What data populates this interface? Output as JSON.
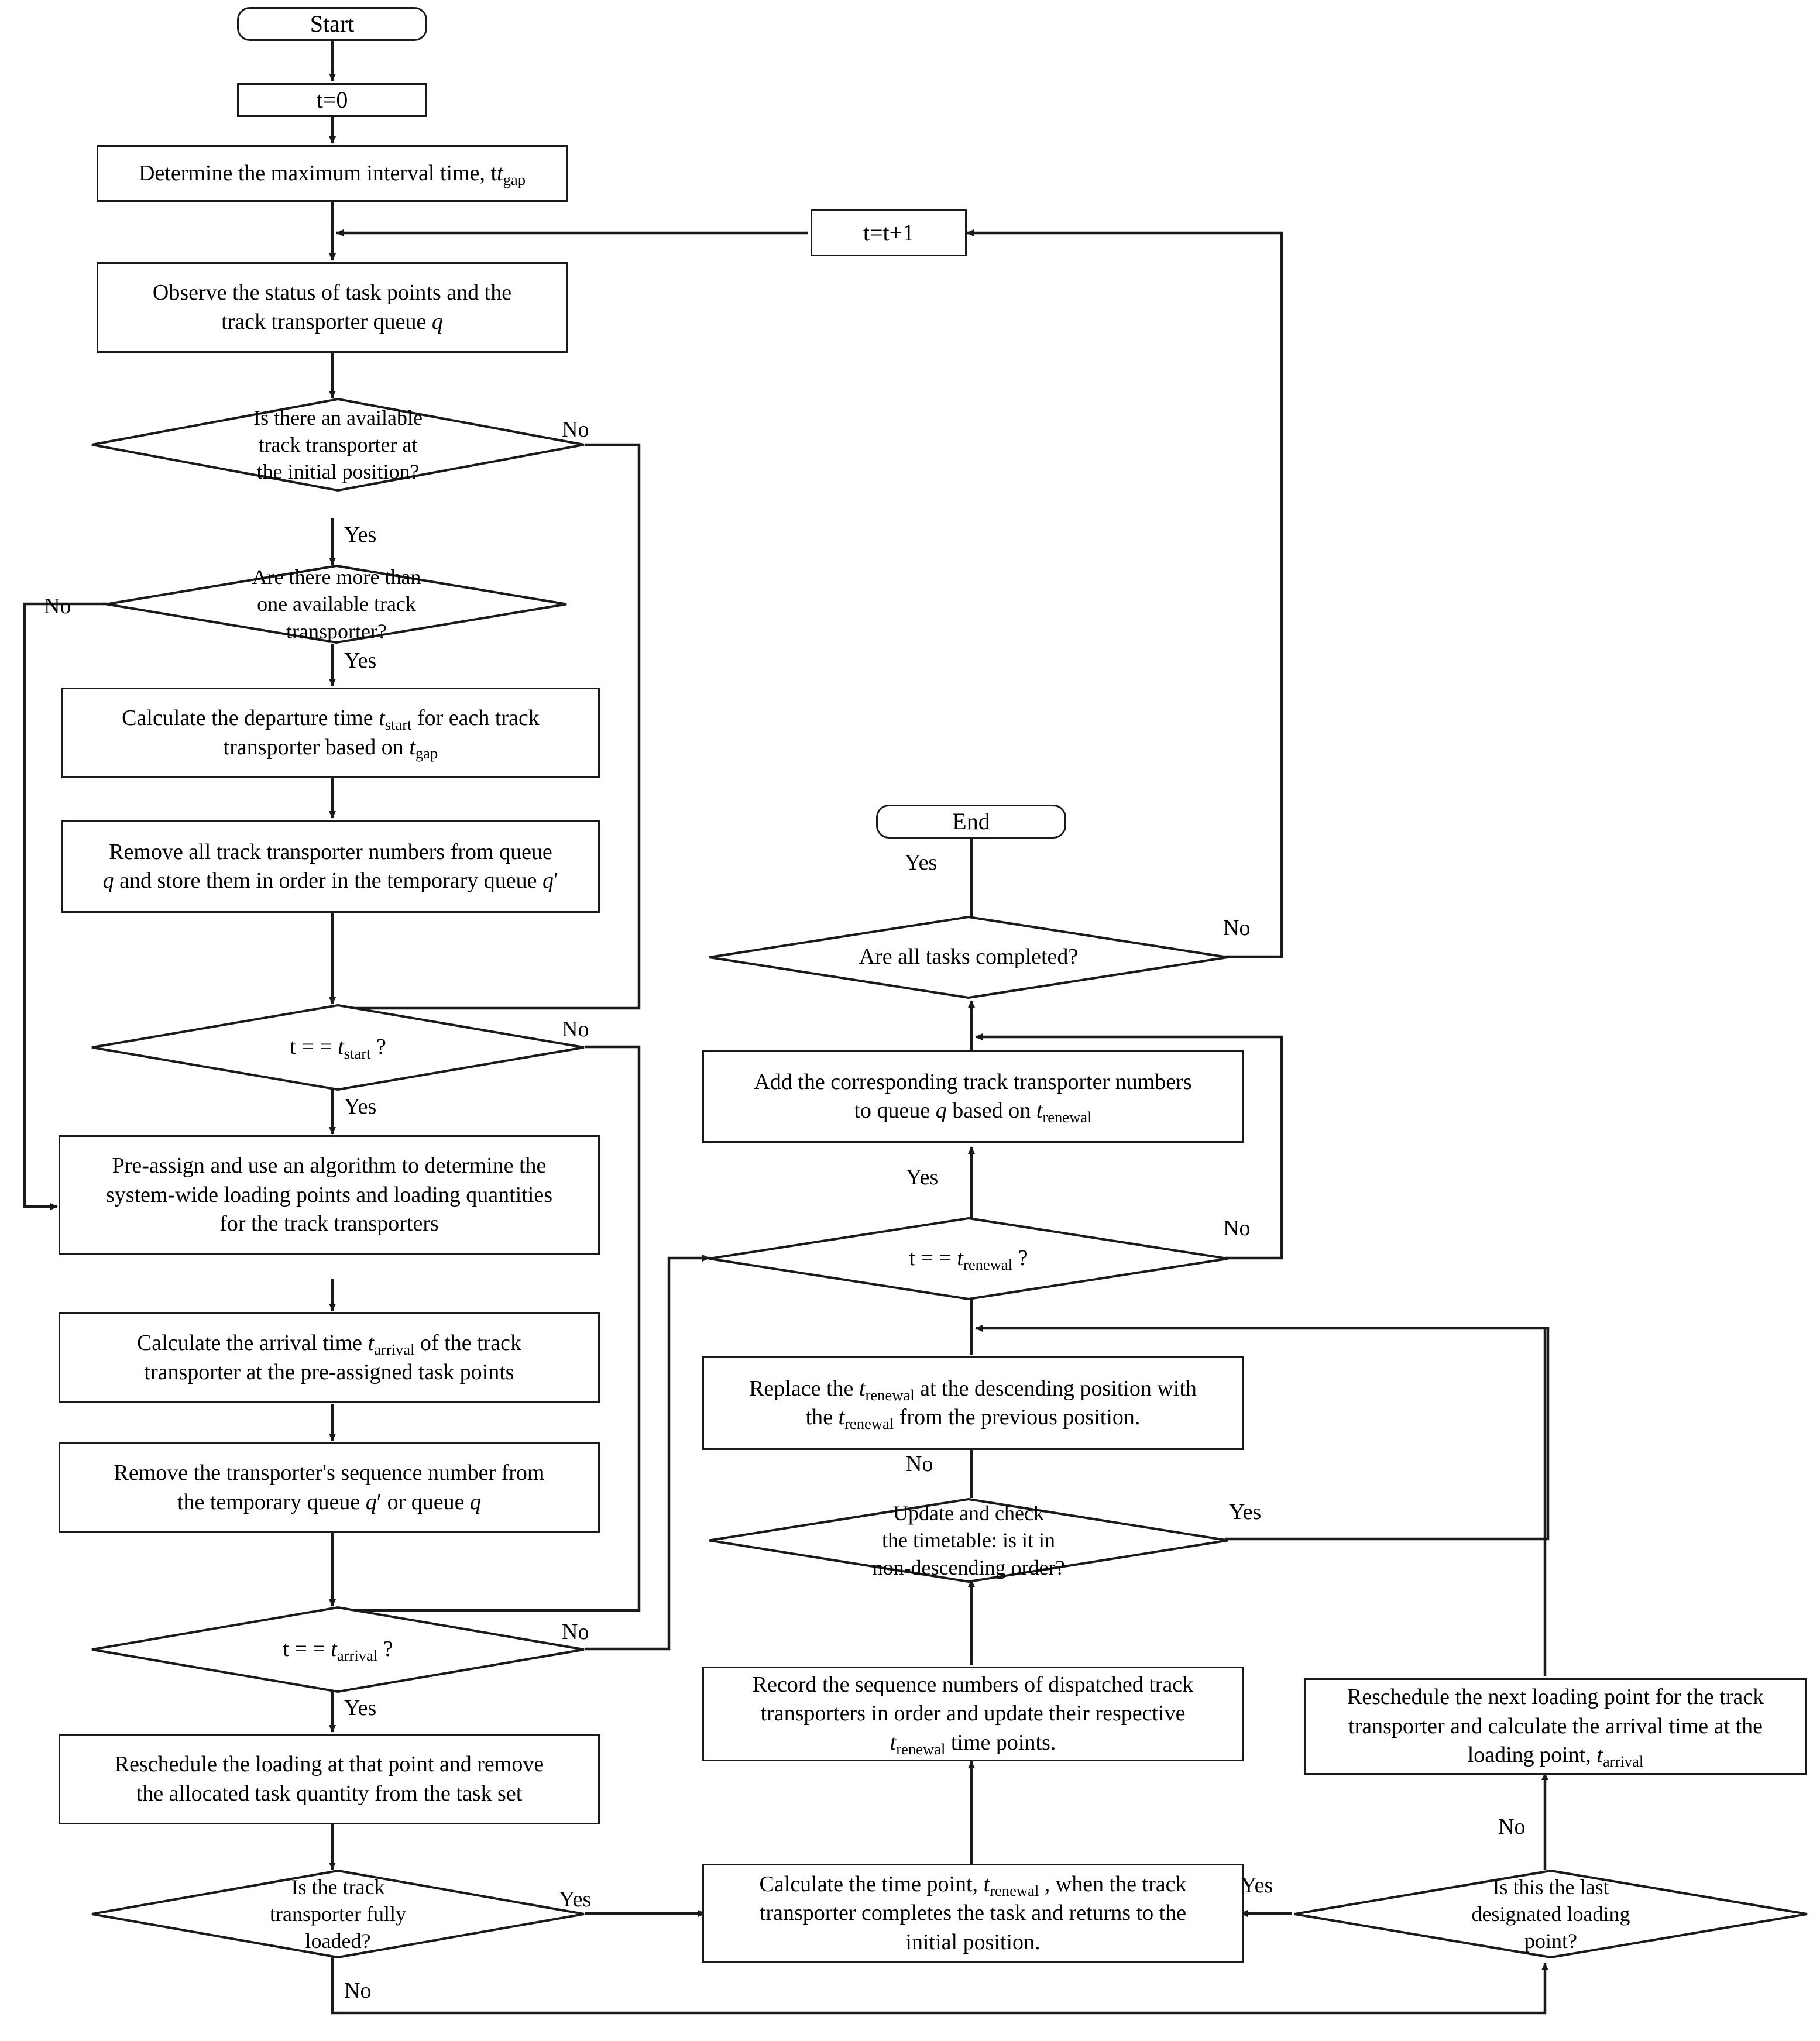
{
  "diagram": {
    "title": "Track transporter dispatching and rescheduling flowchart",
    "labels": {
      "yes": "Yes",
      "no": "No"
    },
    "nodes": {
      "start": {
        "text": "Start",
        "shape": "terminator"
      },
      "t_zero": {
        "text": "t=0",
        "shape": "process"
      },
      "determine_gap": {
        "text": "Determine the maximum interval time, t",
        "sub": "gap",
        "shape": "process"
      },
      "t_increment": {
        "text": "t=t+1",
        "shape": "process"
      },
      "observe": {
        "line1": "Observe the status of task points and the",
        "line2": "track transporter queue q",
        "shape": "process"
      },
      "d_available": {
        "line1": "Is there an available",
        "line2": "track transporter at",
        "line3": "the initial position?",
        "shape": "decision"
      },
      "d_more_than_one": {
        "line1": "Are there more than",
        "line2": "one available track",
        "line3": "transporter?",
        "shape": "decision"
      },
      "calc_tstart": {
        "line1": "Calculate the departure time t_start for each track",
        "line2": "transporter based on t_gap",
        "shape": "process"
      },
      "remove_all": {
        "line1": "Remove all track transporter numbers from queue",
        "line2": "q and store them in order in the temporary queue q′",
        "shape": "process"
      },
      "d_t_eq_tstart": {
        "text": "t = = t_start ?",
        "shape": "decision"
      },
      "preassign": {
        "line1": "Pre-assign and use an algorithm to determine the",
        "line2": "system-wide loading points and loading quantities",
        "line3": "for the track transporters",
        "shape": "process"
      },
      "calc_tarrival": {
        "line1": "Calculate the arrival time t_arrival of the track",
        "line2": "transporter at the pre-assigned task points",
        "shape": "process"
      },
      "remove_seq": {
        "line1": "Remove the transporter's sequence number from",
        "line2": "the temporary queue q′ or queue q",
        "shape": "process"
      },
      "d_t_eq_tarrival": {
        "text": "t = = t_arrival ?",
        "shape": "decision"
      },
      "reschedule_loading": {
        "line1": "Reschedule the loading at that point and remove",
        "line2": "the allocated task quantity from the task set",
        "shape": "process"
      },
      "d_fully_loaded": {
        "line1": "Is the track",
        "line2": "transporter fully",
        "line3": "loaded?",
        "shape": "decision"
      },
      "end": {
        "text": "End",
        "shape": "terminator"
      },
      "d_all_tasks": {
        "text": "Are all tasks completed?",
        "shape": "decision"
      },
      "add_numbers": {
        "line1": "Add the corresponding track transporter numbers",
        "line2": "to queue q based on t_renewal",
        "shape": "process"
      },
      "d_t_eq_trenewal": {
        "text": "t = = t_renewal ?",
        "shape": "decision"
      },
      "replace_trenewal": {
        "line1": "Replace the t_renewal at the descending position with",
        "line2": "the t_renewal from the previous position.",
        "shape": "process"
      },
      "d_timetable": {
        "line1": "Update and check",
        "line2": "the timetable: is it in",
        "line3": "non-descending order?",
        "shape": "decision"
      },
      "record_seq": {
        "line1": "Record the sequence numbers of dispatched track",
        "line2": "transporters in order and update their respective",
        "line3": "t_renewal time points.",
        "shape": "process"
      },
      "calc_trenewal": {
        "line1": "Calculate the time point, t_renewal , when the track",
        "line2": "transporter completes the task and returns to the",
        "line3": "initial position.",
        "shape": "process"
      },
      "reschedule_next": {
        "line1": "Reschedule the next loading point for the track",
        "line2": "transporter and calculate the arrival time at the",
        "line3": "loading point, t_arrival",
        "shape": "process"
      },
      "d_last_point": {
        "line1": "Is this the last",
        "line2": "designated loading",
        "line3": "point?",
        "shape": "decision"
      }
    },
    "edge_labels": [
      {
        "id": "e1",
        "text": "No",
        "from": "d_available"
      },
      {
        "id": "e2",
        "text": "Yes",
        "from": "d_available"
      },
      {
        "id": "e3",
        "text": "No",
        "from": "d_more_than_one"
      },
      {
        "id": "e4",
        "text": "Yes",
        "from": "d_more_than_one"
      },
      {
        "id": "e5",
        "text": "No",
        "from": "d_t_eq_tstart"
      },
      {
        "id": "e6",
        "text": "Yes",
        "from": "d_t_eq_tstart"
      },
      {
        "id": "e7",
        "text": "No",
        "from": "d_t_eq_tarrival"
      },
      {
        "id": "e8",
        "text": "Yes",
        "from": "d_t_eq_tarrival"
      },
      {
        "id": "e9",
        "text": "Yes",
        "from": "d_fully_loaded"
      },
      {
        "id": "e10",
        "text": "No",
        "from": "d_fully_loaded"
      },
      {
        "id": "e11",
        "text": "Yes",
        "from": "d_all_tasks"
      },
      {
        "id": "e12",
        "text": "No",
        "from": "d_all_tasks"
      },
      {
        "id": "e13",
        "text": "Yes",
        "from": "d_t_eq_trenewal"
      },
      {
        "id": "e14",
        "text": "No",
        "from": "d_t_eq_trenewal"
      },
      {
        "id": "e15",
        "text": "No",
        "from": "d_timetable"
      },
      {
        "id": "e16",
        "text": "Yes",
        "from": "d_timetable"
      },
      {
        "id": "e17",
        "text": "No",
        "from": "d_last_point"
      },
      {
        "id": "e18",
        "text": "Yes",
        "from": "d_last_point"
      }
    ],
    "colors": {
      "line": "#1a1a1a",
      "text": "#000000",
      "background": "#ffffff"
    }
  }
}
